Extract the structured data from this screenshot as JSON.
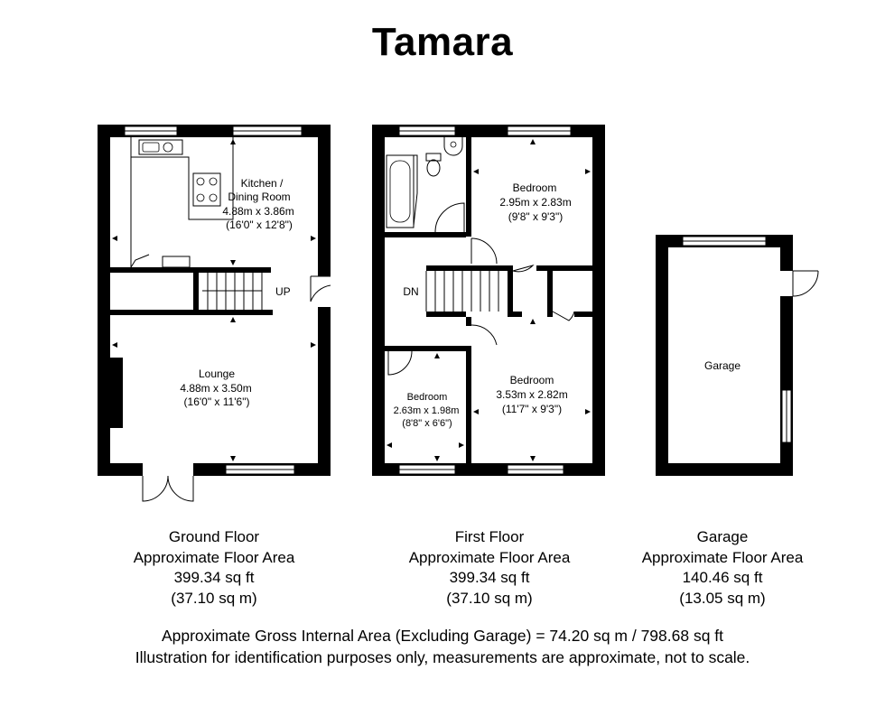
{
  "title": "Tamara",
  "rooms": {
    "kitchen": {
      "name_line1": "Kitchen /",
      "name_line2": "Dining Room",
      "metric": "4.88m x 3.86m",
      "imperial": "(16'0\" x 12'8\")"
    },
    "lounge": {
      "name": "Lounge",
      "metric": "4.88m x 3.50m",
      "imperial": "(16'0\" x 11'6\")"
    },
    "bedroom1": {
      "name": "Bedroom",
      "metric": "2.95m x 2.83m",
      "imperial": "(9'8\" x 9'3\")"
    },
    "bedroom2": {
      "name": "Bedroom",
      "metric": "3.53m x 2.82m",
      "imperial": "(11'7\" x 9'3\")"
    },
    "bedroom3": {
      "name": "Bedroom",
      "metric": "2.63m x 1.98m",
      "imperial": "(8'8\" x 6'6\")"
    },
    "garage": {
      "name": "Garage"
    }
  },
  "stairs": {
    "up": "UP",
    "down": "DN"
  },
  "floors": [
    {
      "name": "Ground Floor",
      "area_label": "Approximate Floor Area",
      "sq_ft": "399.34 sq ft",
      "sq_m": "(37.10 sq m)"
    },
    {
      "name": "First Floor",
      "area_label": "Approximate Floor Area",
      "sq_ft": "399.34 sq ft",
      "sq_m": "(37.10 sq m)"
    },
    {
      "name": "Garage",
      "area_label": "Approximate Floor Area",
      "sq_ft": "140.46 sq ft",
      "sq_m": "(13.05 sq m)"
    }
  ],
  "footer": {
    "gross_area": "Approximate Gross Internal Area (Excluding Garage) = 74.20 sq m / 798.68 sq ft",
    "disclaimer": "Illustration for identification purposes only, measurements are approximate, not to scale."
  },
  "colors": {
    "wall": "#000000",
    "window": "#ffffff",
    "background": "#ffffff"
  }
}
